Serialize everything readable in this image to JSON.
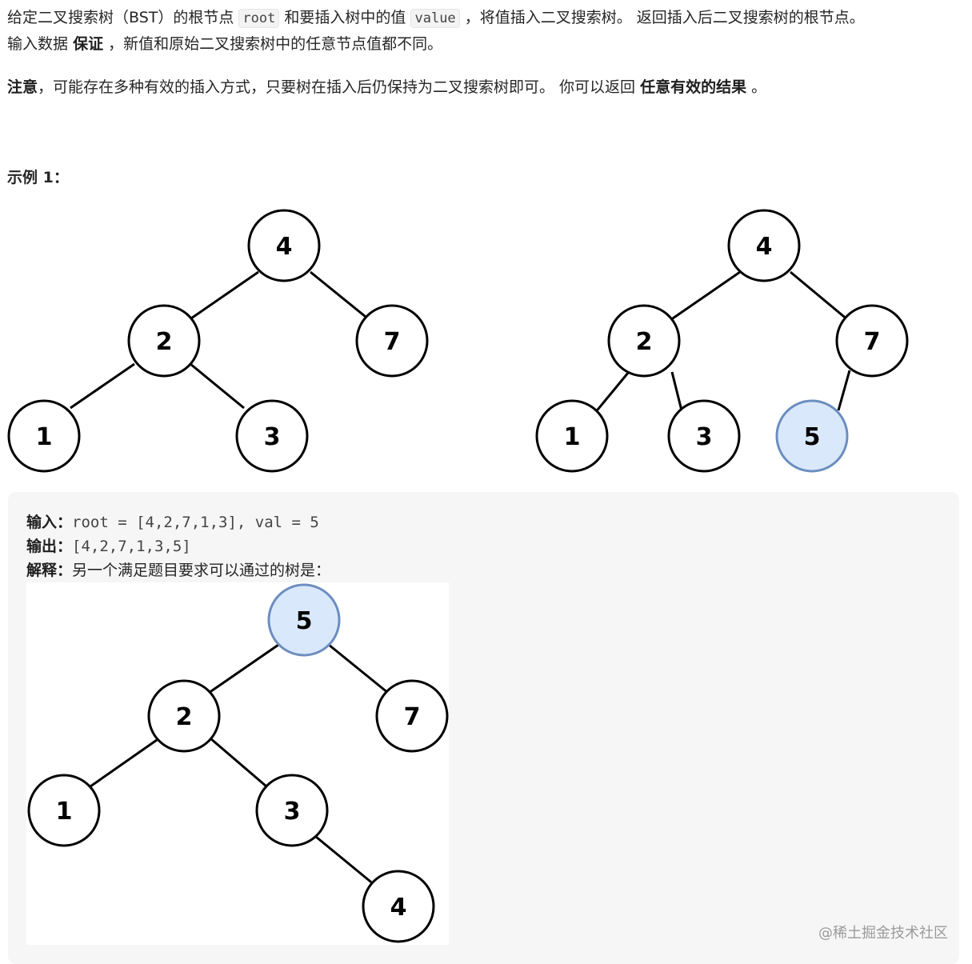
{
  "description": {
    "line1_a": "给定二叉搜索树（BST）的根节点",
    "code_root": "root",
    "line1_b": "和要插入树中的值",
    "code_value": "value",
    "line1_c": "，将值插入二叉搜索树。 返回插入后二叉搜索树的根节点。",
    "line2_a": "输入数据",
    "line2_bold": "保证",
    "line2_b": "，新值和原始二叉搜索树中的任意节点值都不同。",
    "note_bold": "注意",
    "note_a": "，可能存在多种有效的插入方式，只要树在插入后仍保持为二叉搜索树即可。 你可以返回",
    "note_bold2": "任意有效的结果",
    "note_b": "。"
  },
  "example": {
    "title": "示例 1：",
    "input_label": "输入：",
    "input_value": "root = [4,2,7,1,3], val = 5",
    "output_label": "输出：",
    "output_value": "[4,2,7,1,3,5]",
    "explain_label": "解释：",
    "explain_value": "另一个满足题目要求可以通过的树是："
  },
  "trees": {
    "before": {
      "nodes": [
        "4",
        "2",
        "7",
        "1",
        "3"
      ],
      "highlight": []
    },
    "after": {
      "nodes": [
        "4",
        "2",
        "7",
        "1",
        "3",
        "5"
      ],
      "highlight": [
        "5"
      ]
    },
    "alternative": {
      "nodes": [
        "5",
        "2",
        "7",
        "1",
        "3",
        "4"
      ],
      "highlight": [
        "5"
      ]
    }
  },
  "colors": {
    "highlight_fill": "#dae8fc",
    "highlight_stroke": "#6c8ebf",
    "box_bg": "#f6f6f6"
  },
  "watermark": "@稀土掘金技术社区"
}
